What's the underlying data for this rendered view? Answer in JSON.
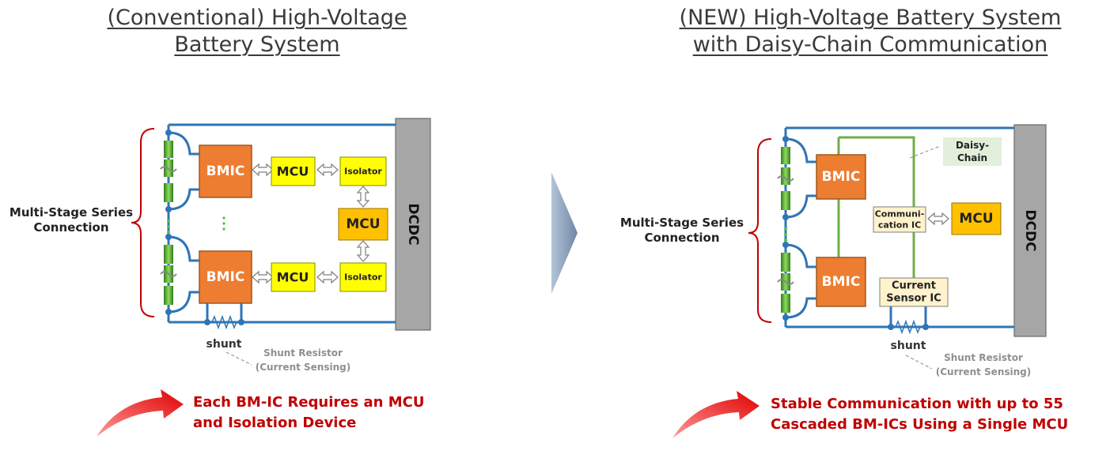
{
  "conventional": {
    "title_line1": "(Conventional) High-Voltage",
    "title_line2": "Battery System",
    "side_label_line1": "Multi-Stage Series",
    "side_label_line2": "Connection",
    "bmic_label": "BMIC",
    "mcu_label": "MCU",
    "isolator_label": "Isolator",
    "dcdc_label": "DCDC",
    "shunt_label": "shunt",
    "shunt_note_line1": "Shunt Resistor",
    "shunt_note_line2": "(Current Sensing)",
    "claim_line1": "Each BM-IC Requires an MCU",
    "claim_line2": "and Isolation Device"
  },
  "daisy_chain": {
    "title_line1": "(NEW) High-Voltage Battery System",
    "title_line2": "with Daisy-Chain Communication",
    "side_label_line1": "Multi-Stage Series",
    "side_label_line2": "Connection",
    "bmic_label": "BMIC",
    "mcu_label": "MCU",
    "comm_ic_line1": "Communi-",
    "comm_ic_line2": "cation IC",
    "current_sensor_line1": "Current",
    "current_sensor_line2": "Sensor IC",
    "daisy_chain_line1": "Daisy-",
    "daisy_chain_line2": "Chain",
    "dcdc_label": "DCDC",
    "shunt_label": "shunt",
    "shunt_note_line1": "Shunt Resistor",
    "shunt_note_line2": "(Current Sensing)",
    "claim_line1": "Stable Communication with up to 55",
    "claim_line2": "Cascaded BM-ICs Using a Single MCU"
  },
  "colors": {
    "bmic": "#ed7d31",
    "mcu_yellow": "#ffff00",
    "mcu_orange": "#ffc000",
    "dcdc": "#a6a6a6",
    "wire": "#2e75b6",
    "daisy_wire": "#70ad47",
    "bracket": "#c00000",
    "claim": "#c00000",
    "arrow_gray": "#8497b0"
  }
}
